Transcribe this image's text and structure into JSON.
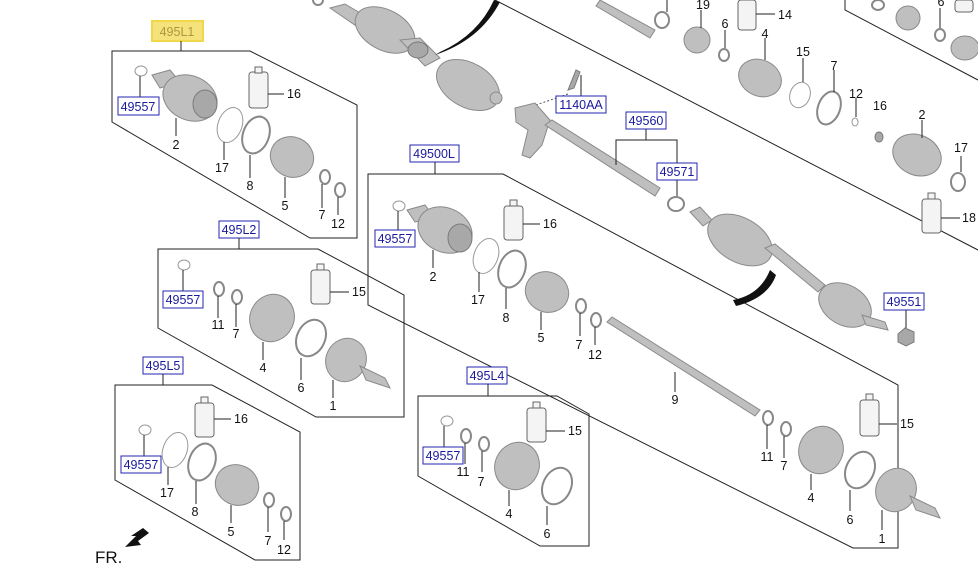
{
  "diagram": {
    "title": "Drive Shaft Assembly Exploded View",
    "orientation_label": "FR.",
    "highlighted_code": "495L1",
    "groups": [
      {
        "code": "495L1",
        "highlighted": true,
        "parts": [
          {
            "code": "49557"
          },
          {
            "num": "2"
          },
          {
            "num": "16"
          },
          {
            "num": "17"
          },
          {
            "num": "8"
          },
          {
            "num": "5"
          },
          {
            "num": "7"
          },
          {
            "num": "12"
          }
        ]
      },
      {
        "code": "495L2",
        "parts": [
          {
            "code": "49557"
          },
          {
            "num": "11"
          },
          {
            "num": "7"
          },
          {
            "num": "15"
          },
          {
            "num": "4"
          },
          {
            "num": "6"
          },
          {
            "num": "1"
          }
        ]
      },
      {
        "code": "495L5",
        "parts": [
          {
            "code": "49557"
          },
          {
            "num": "16"
          },
          {
            "num": "17"
          },
          {
            "num": "8"
          },
          {
            "num": "5"
          },
          {
            "num": "7"
          },
          {
            "num": "12"
          }
        ]
      },
      {
        "code": "49500L",
        "parts": [
          {
            "code": "49557"
          },
          {
            "num": "2"
          },
          {
            "num": "16"
          },
          {
            "num": "17"
          },
          {
            "num": "8"
          },
          {
            "num": "5"
          },
          {
            "num": "7"
          },
          {
            "num": "12"
          },
          {
            "num": "9"
          },
          {
            "num": "11"
          },
          {
            "num": "7"
          },
          {
            "num": "15"
          },
          {
            "num": "4"
          },
          {
            "num": "6"
          },
          {
            "num": "1"
          }
        ]
      },
      {
        "code": "495L4",
        "parts": [
          {
            "code": "49557"
          },
          {
            "num": "11"
          },
          {
            "num": "7"
          },
          {
            "num": "15"
          },
          {
            "num": "4"
          },
          {
            "num": "6"
          }
        ]
      },
      {
        "code": "right-assembly",
        "parts": [
          {
            "num": "19"
          },
          {
            "num": "6"
          },
          {
            "num": "14"
          },
          {
            "num": "4"
          },
          {
            "num": "15"
          },
          {
            "num": "7"
          },
          {
            "num": "12"
          },
          {
            "num": "16"
          },
          {
            "num": "2"
          },
          {
            "num": "17"
          },
          {
            "num": "18"
          },
          {
            "num": "6"
          }
        ]
      }
    ],
    "standalone_codes": [
      "1140AA",
      "49560",
      "49571",
      "49551"
    ]
  }
}
